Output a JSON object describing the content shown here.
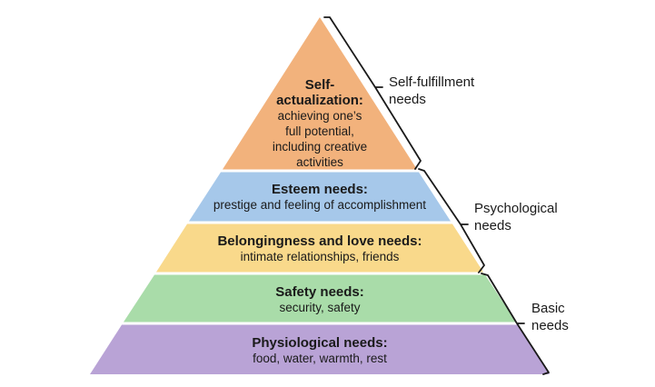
{
  "tiers": [
    {
      "title": "Self-actualization:",
      "title_lines": [
        "Self-",
        "actualization:"
      ],
      "description_lines": [
        "achieving one’s",
        "full potential,",
        "including creative",
        "activities"
      ],
      "color": "#F2B27C"
    },
    {
      "title": "Esteem needs:",
      "description": "prestige and feeling of accomplishment",
      "color": "#A6C8EA"
    },
    {
      "title": "Belongingness and love needs:",
      "description": "intimate relationships, friends",
      "color": "#F9D98B"
    },
    {
      "title": "Safety needs:",
      "description": "security, safety",
      "color": "#A9DCA9"
    },
    {
      "title": "Physiological needs:",
      "description": "food, water, warmth, rest",
      "color": "#B9A3D6"
    }
  ],
  "brackets": [
    {
      "label": "Self-fulfillment\nneeds",
      "groups": [
        "Self-actualization"
      ]
    },
    {
      "label": "Psychological\nneeds",
      "groups": [
        "Esteem needs",
        "Belongingness and love needs"
      ]
    },
    {
      "label": "Basic\nneeds",
      "groups": [
        "Safety needs",
        "Physiological needs"
      ]
    }
  ],
  "colors": {
    "divider": "#ffffff",
    "bracket_stroke": "#1a1a1a"
  }
}
